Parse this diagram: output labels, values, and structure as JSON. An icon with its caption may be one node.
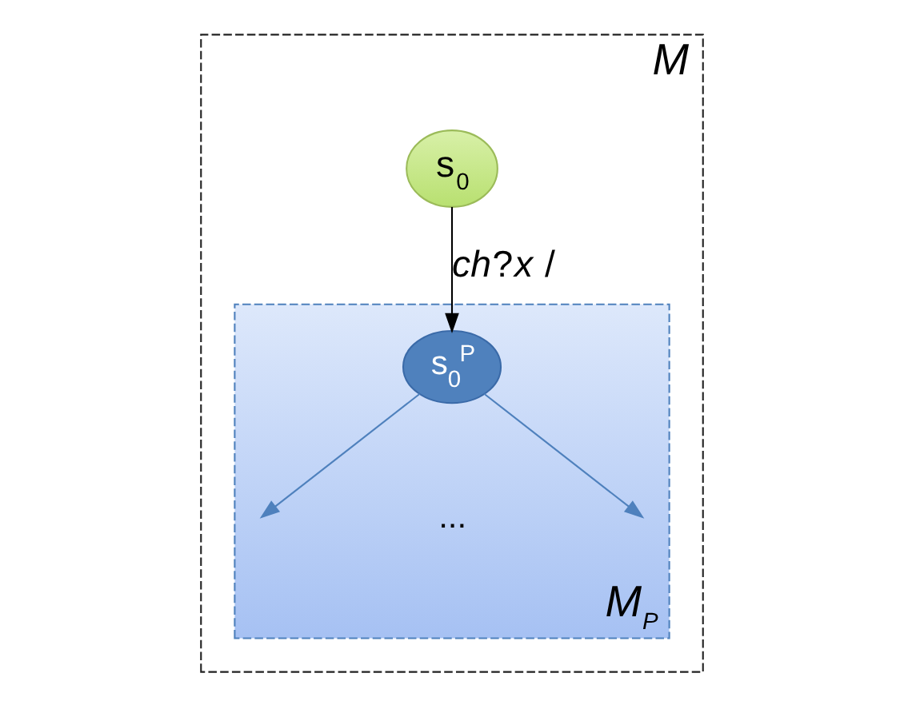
{
  "diagram": {
    "nodes": [
      {
        "text": [
          "M"
        ]
      },
      {
        "text": [
          "s$_{0}$"
        ],
        "in": 0
      },
      {
        "text": [
          "M$_{P}$"
        ],
        "in": 0
      },
      {
        "text": [
          "s$_{0}$$^{P}$"
        ],
        "in": 2
      }
    ],
    "edges": [
      {
        "from": 1,
        "to": 3,
        "arrow": "to",
        "label": "*ch*?*x* /",
        "color": "#000000"
      },
      {
        "from": 3,
        "to": null,
        "arrow": "to"
      },
      {
        "from": 3,
        "to": null,
        "arrow": "to"
      }
    ],
    "labels": [
      "..."
    ]
  }
}
